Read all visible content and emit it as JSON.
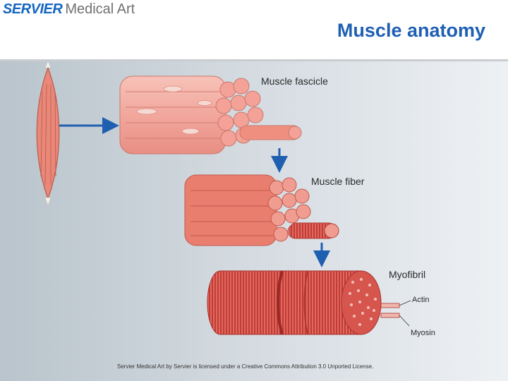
{
  "brand": {
    "name_bold": "SERVIER",
    "name_rest": "Medical Art"
  },
  "title": "Muscle anatomy",
  "labels": {
    "fascicle": "Muscle fascicle",
    "fiber": "Muscle fiber",
    "myofibril": "Myofibril",
    "actin": "Actin",
    "myosin": "Myosin"
  },
  "credit": "Servier Medical Art by Servier is licensed under a Creative Commons Attribution 3.0 Unported License.",
  "colors": {
    "title_blue": "#1e5fb4",
    "arrow_blue": "#1f5fb0",
    "muscle_pink": "#f2a79d",
    "fiber_red": "#e97a6a",
    "myofibril_red": "#d8453f"
  }
}
